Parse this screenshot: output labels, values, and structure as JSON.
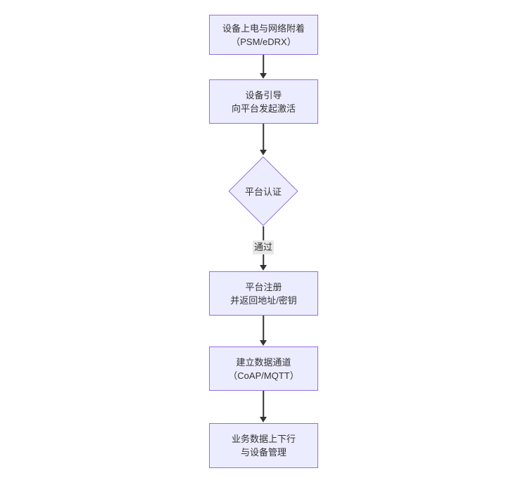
{
  "diagram": {
    "type": "flowchart",
    "direction": "top-down",
    "theme": {
      "node_fill": "#ECECFF",
      "node_border": "#9370DB",
      "edge_color": "#333333",
      "edge_label_background": "#e8e8e8",
      "text_color": "#333333",
      "background": "#ffffff"
    },
    "nodes": [
      {
        "id": "n1",
        "shape": "rect",
        "lines": [
          "设备上电与网络附着",
          "（PSM/eDRX）"
        ]
      },
      {
        "id": "n2",
        "shape": "rect",
        "lines": [
          "设备引导",
          "向平台发起激活"
        ]
      },
      {
        "id": "n3",
        "shape": "diamond",
        "lines": [
          "平台认证"
        ]
      },
      {
        "id": "n4",
        "shape": "rect",
        "lines": [
          "平台注册",
          "并返回地址/密钥"
        ]
      },
      {
        "id": "n5",
        "shape": "rect",
        "lines": [
          "建立数据通道",
          "（CoAP/MQTT）"
        ]
      },
      {
        "id": "n6",
        "shape": "rect",
        "lines": [
          "业务数据上下行",
          "与设备管理"
        ]
      }
    ],
    "edges": [
      {
        "from": "n1",
        "to": "n2",
        "label": ""
      },
      {
        "from": "n2",
        "to": "n3",
        "label": ""
      },
      {
        "from": "n3",
        "to": "n4",
        "label": "通过"
      },
      {
        "from": "n4",
        "to": "n5",
        "label": ""
      },
      {
        "from": "n5",
        "to": "n6",
        "label": ""
      }
    ]
  }
}
